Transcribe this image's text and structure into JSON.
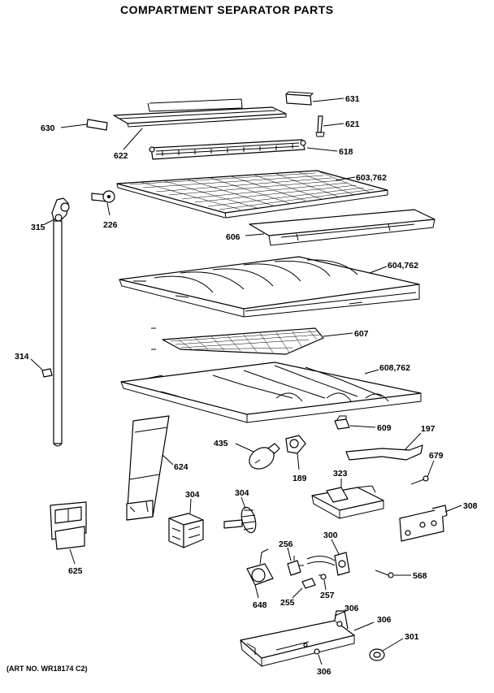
{
  "title": "COMPARTMENT SEPARATOR PARTS",
  "art_number": "(ART NO. WR18174 C2)",
  "callouts": {
    "p631": "631",
    "p630": "630",
    "p622": "622",
    "p621": "621",
    "p618": "618",
    "p603": "603,762",
    "p315": "315",
    "p226": "226",
    "p606": "606",
    "p604": "604,762",
    "p607": "607",
    "p314": "314",
    "p608": "608,762",
    "p609": "609",
    "p197": "197",
    "p435": "435",
    "p624": "624",
    "p189": "189",
    "p679": "679",
    "p323": "323",
    "p304a": "304",
    "p304b": "304",
    "p308": "308",
    "p625": "625",
    "p256": "256",
    "p300": "300",
    "p568": "568",
    "p648": "648",
    "p255": "255",
    "p257": "257",
    "p306a": "306",
    "p306b": "306",
    "p301": "301",
    "p306c": "306"
  }
}
